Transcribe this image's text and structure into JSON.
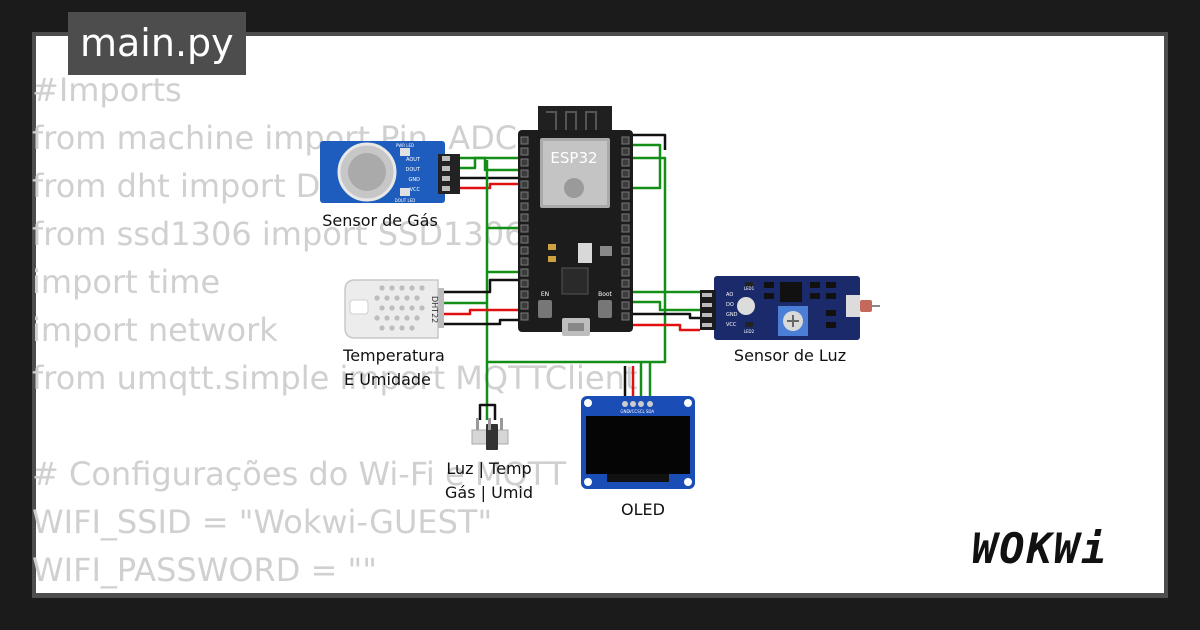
{
  "tab": {
    "filename": "main.py"
  },
  "code_lines": [
    "#Imports",
    "from machine import Pin, ADC",
    "from dht import DHT22",
    "from ssd1306 import SSD1306_I2C",
    "import time",
    "import network",
    "from umqtt.simple import MQTTClient",
    "",
    "# Configurações do Wi-Fi e MQTT",
    "WIFI_SSID = \"Wokwi-GUEST\"",
    "WIFI_PASSWORD = \"\""
  ],
  "components": {
    "gas_sensor": {
      "label": "Sensor de Gás",
      "pins": [
        "AOUT",
        "DOUT",
        "GND",
        "VCC"
      ],
      "leds": [
        "PWR LED",
        "DOUT LED"
      ]
    },
    "dht": {
      "label_line1": "Temperatura",
      "label_line2": "E Umidade",
      "chip": "DHT22"
    },
    "esp32": {
      "label": "ESP32",
      "buttons": [
        "EN",
        "Boot"
      ]
    },
    "light_sensor": {
      "label": "Sensor de Luz",
      "pins": [
        "AO",
        "DO",
        "GND",
        "VCC"
      ],
      "leds": [
        "LED1",
        "LED2"
      ]
    },
    "oled": {
      "label": "OLED",
      "pins": [
        "GND",
        "VCC",
        "SCL",
        "SDA"
      ]
    },
    "switch": {
      "label_line1": "Luz | Temp",
      "label_line2": "Gás | Umid"
    }
  },
  "brand": {
    "name": "WOKWi"
  },
  "colors": {
    "wire_green": "#138f18",
    "wire_red": "#e01010",
    "wire_black": "#111111",
    "sensor_blue": "#1e5dbd",
    "board_black": "#1c1c1c",
    "oled_blue": "#1a4db5"
  }
}
